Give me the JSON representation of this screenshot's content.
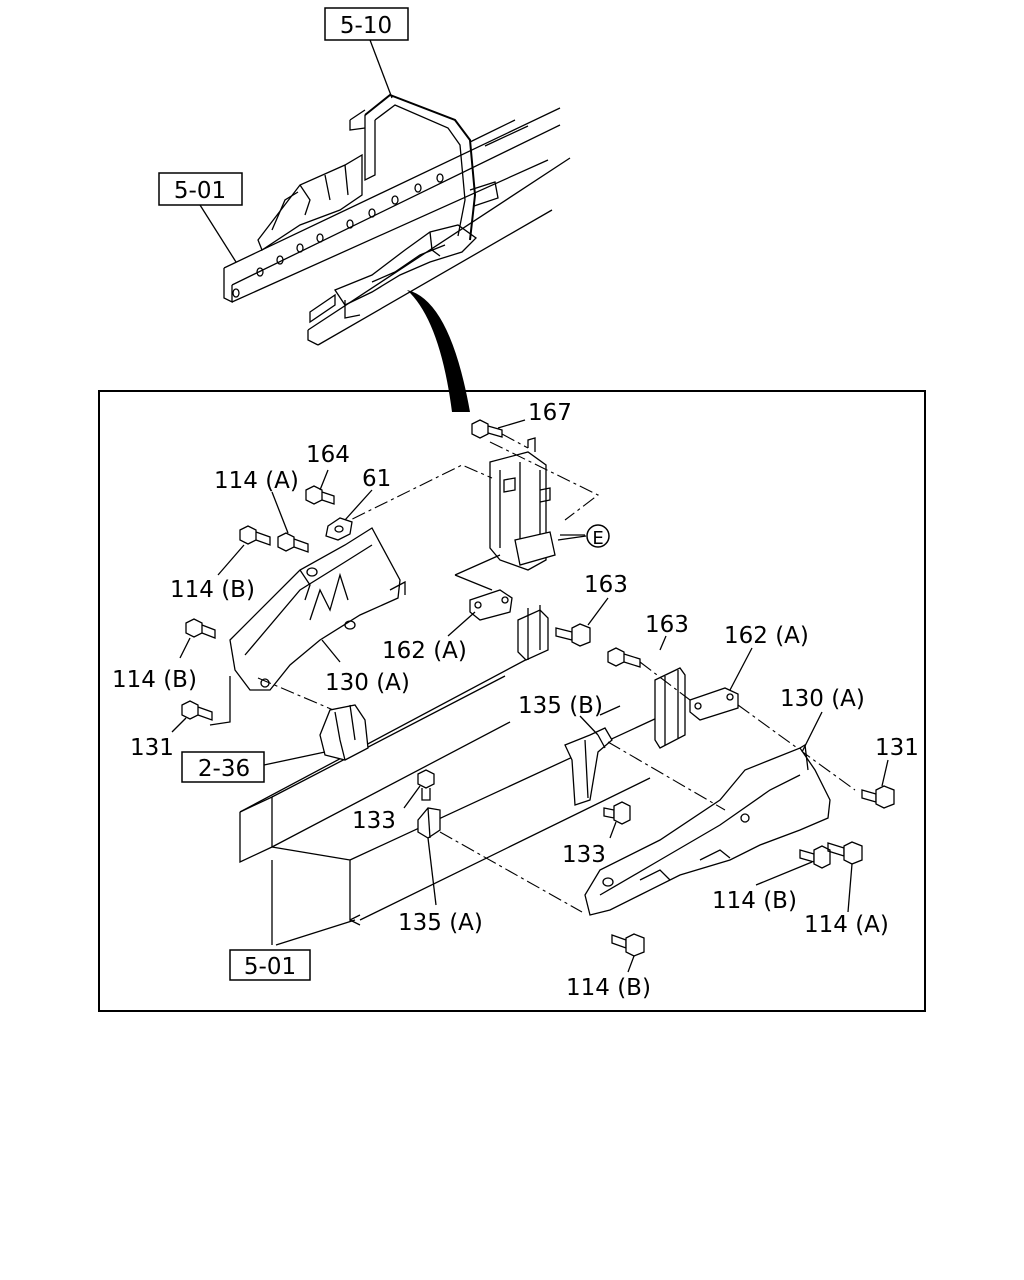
{
  "references": {
    "ref_5_10_top": "5-10",
    "ref_5_01_top": "5-01",
    "ref_2_36": "2-36",
    "ref_5_01_bottom": "5-01"
  },
  "callouts": {
    "c167": "167",
    "c164": "164",
    "c114a_left": "114 (A)",
    "c61": "61",
    "c114b_left_upper": "114 (B)",
    "c114b_left_lower": "114 (B)",
    "c131_left": "131",
    "c162a_left": "162 (A)",
    "c163_left": "163",
    "c130a_left": "130 (A)",
    "c163_right": "163",
    "c162a_right": "162 (A)",
    "c130a_right": "130 (A)",
    "c131_right": "131",
    "c135b": "135 (B)",
    "c133_left": "133",
    "c133_right": "133",
    "c135a": "135 (A)",
    "c114b_right": "114 (B)",
    "c114a_right": "114 (A)",
    "c114b_bottom": "114 (B)",
    "e_marker": "E"
  },
  "colors": {
    "line": "#000000",
    "background": "#ffffff"
  }
}
